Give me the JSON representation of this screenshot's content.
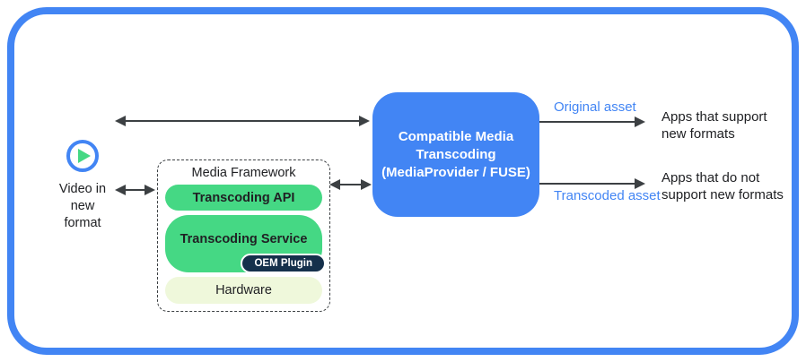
{
  "colors": {
    "accent_blue": "#4285F4",
    "android_green": "#45D884",
    "oem_navy": "#15304B",
    "hardware_cream": "#EFF8DB",
    "arrow_dark": "#3C4043"
  },
  "source": {
    "icon": "play-icon",
    "label": "Video in\nnew\nformat"
  },
  "media_framework": {
    "title": "Media Framework",
    "api_label": "Transcoding API",
    "service_label": "Transcoding Service",
    "oem_label": "OEM Plugin",
    "hardware_label": "Hardware"
  },
  "transcoder": {
    "label": "Compatible Media\nTranscoding\n(MediaProvider / FUSE)"
  },
  "outputs": {
    "original": {
      "label": "Original asset",
      "target": "Apps that support\nnew formats"
    },
    "transcoded": {
      "label": "Transcoded asset",
      "target": "Apps that do not\nsupport new formats"
    }
  }
}
